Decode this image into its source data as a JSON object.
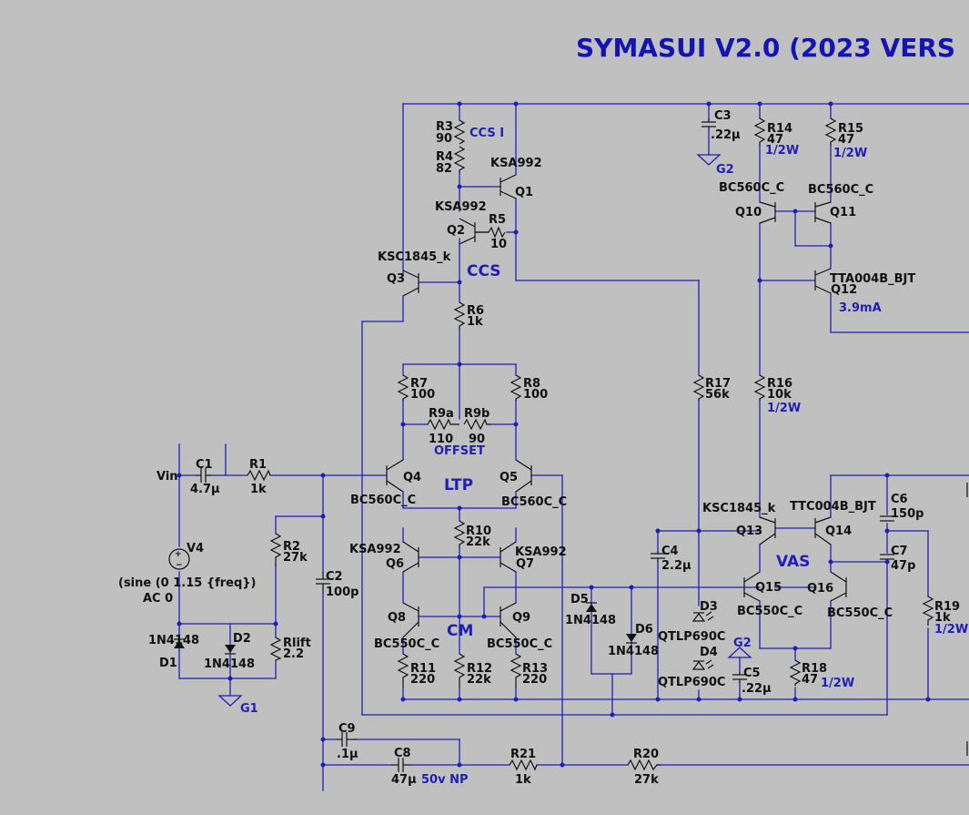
{
  "title": "SYMASUI V2.0 (2023 VERS",
  "blocks": {
    "ccs_i": "CCS I",
    "ccs": "CCS",
    "ltp": "LTP",
    "offset": "OFFSET",
    "cm": "CM",
    "vas": "VAS",
    "q12_current": "3.9mA"
  },
  "input": {
    "vin": "Vin",
    "v4_name": "V4",
    "v4_value": "(sine (0 1.15 {freq})",
    "v4_ac": "AC 0"
  },
  "resistors": {
    "r1": {
      "name": "R1",
      "value": "1k"
    },
    "r2": {
      "name": "R2",
      "value": "27k"
    },
    "rlift": {
      "name": "Rlift",
      "value": "2.2"
    },
    "r3": {
      "name": "R3",
      "value": "90"
    },
    "r4": {
      "name": "R4",
      "value": "82"
    },
    "r5": {
      "name": "R5",
      "value": "10"
    },
    "r6": {
      "name": "R6",
      "value": "1k"
    },
    "r7": {
      "name": "R7",
      "value": "100"
    },
    "r8": {
      "name": "R8",
      "value": "100"
    },
    "r9a": {
      "name": "R9a",
      "value": "110"
    },
    "r9b": {
      "name": "R9b",
      "value": "90"
    },
    "r10": {
      "name": "R10",
      "value": "22k"
    },
    "r11": {
      "name": "R11",
      "value": "220"
    },
    "r12": {
      "name": "R12",
      "value": "22k"
    },
    "r13": {
      "name": "R13",
      "value": "220"
    },
    "r14": {
      "name": "R14",
      "value": "47",
      "power": "1/2W"
    },
    "r15": {
      "name": "R15",
      "value": "47",
      "power": "1/2W"
    },
    "r16": {
      "name": "R16",
      "value": "10k",
      "power": "1/2W"
    },
    "r17": {
      "name": "R17",
      "value": "56k"
    },
    "r18": {
      "name": "R18",
      "value": "47",
      "power": "1/2W"
    },
    "r19": {
      "name": "R19",
      "value": "1k",
      "power": "1/2W"
    },
    "r20": {
      "name": "R20",
      "value": "27k"
    },
    "r21": {
      "name": "R21",
      "value": "1k"
    }
  },
  "capacitors": {
    "c1": {
      "name": "C1",
      "value": "4.7µ"
    },
    "c2": {
      "name": "C2",
      "value": "100p"
    },
    "c3": {
      "name": "C3",
      "value": ".22µ"
    },
    "c4": {
      "name": "C4",
      "value": "2.2µ"
    },
    "c5": {
      "name": "C5",
      "value": ".22µ"
    },
    "c6": {
      "name": "C6",
      "value": "150p"
    },
    "c7": {
      "name": "C7",
      "value": "47p"
    },
    "c8": {
      "name": "C8",
      "value": "47µ",
      "note": "50v NP"
    },
    "c9": {
      "name": "C9",
      "value": ".1µ"
    }
  },
  "transistors": {
    "q1": {
      "name": "Q1",
      "model": "KSA992"
    },
    "q2": {
      "name": "Q2",
      "model": "KSA992"
    },
    "q3": {
      "name": "Q3",
      "model": "KSC1845_k"
    },
    "q4": {
      "name": "Q4",
      "model": "BC560C_C"
    },
    "q5": {
      "name": "Q5",
      "model": "BC560C_C"
    },
    "q6": {
      "name": "Q6",
      "model": "KSA992"
    },
    "q7": {
      "name": "Q7",
      "model": "KSA992"
    },
    "q8": {
      "name": "Q8",
      "model": "BC550C_C"
    },
    "q9": {
      "name": "Q9",
      "model": "BC550C_C"
    },
    "q10": {
      "name": "Q10",
      "model": "BC560C_C"
    },
    "q11": {
      "name": "Q11",
      "model": "BC560C_C"
    },
    "q12": {
      "name": "Q12",
      "model": "TTA004B_BJT"
    },
    "q13": {
      "name": "Q13",
      "model": "KSC1845_k"
    },
    "q14": {
      "name": "Q14",
      "model": "TTC004B_BJT"
    },
    "q15": {
      "name": "Q15",
      "model": "BC550C_C"
    },
    "q16": {
      "name": "Q16",
      "model": "BC550C_C"
    }
  },
  "diodes": {
    "d1": {
      "name": "D1",
      "model": "1N4148"
    },
    "d2": {
      "name": "D2",
      "model": "1N4148"
    },
    "d3": {
      "name": "D3",
      "model": "QTLP690C"
    },
    "d4": {
      "name": "D4",
      "model": "QTLP690C"
    },
    "d5": {
      "name": "D5",
      "model": "1N4148"
    },
    "d6": {
      "name": "D6",
      "model": "1N4148"
    }
  },
  "grounds": {
    "g1": "G1",
    "g2a": "G2",
    "g2b": "G2"
  },
  "colors": {
    "background": "#c0c0c0",
    "wire": "#1f1fb8",
    "component": "#111111",
    "title": "#1414b4"
  }
}
